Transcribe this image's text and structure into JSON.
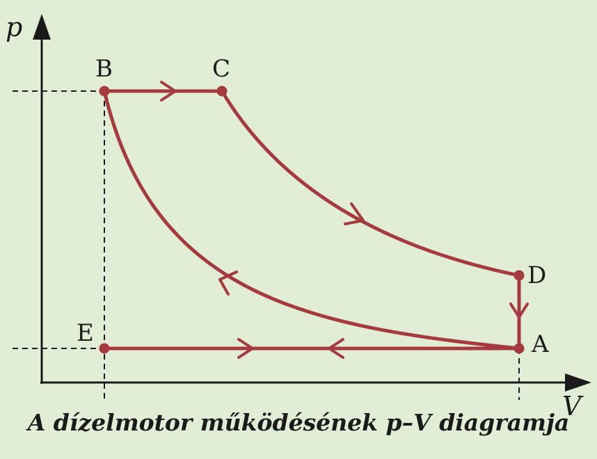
{
  "axes": {
    "y_label": "p",
    "x_label": "V"
  },
  "points": [
    {
      "id": "A",
      "label": "A"
    },
    {
      "id": "B",
      "label": "B"
    },
    {
      "id": "C",
      "label": "C"
    },
    {
      "id": "D",
      "label": "D"
    },
    {
      "id": "E",
      "label": "E"
    }
  ],
  "caption": "A dízelmotor működésének p–V diagramja",
  "colors": {
    "cycle": "#a53a3f",
    "background": "#e2edd5",
    "axis": "#1a1a1a"
  }
}
